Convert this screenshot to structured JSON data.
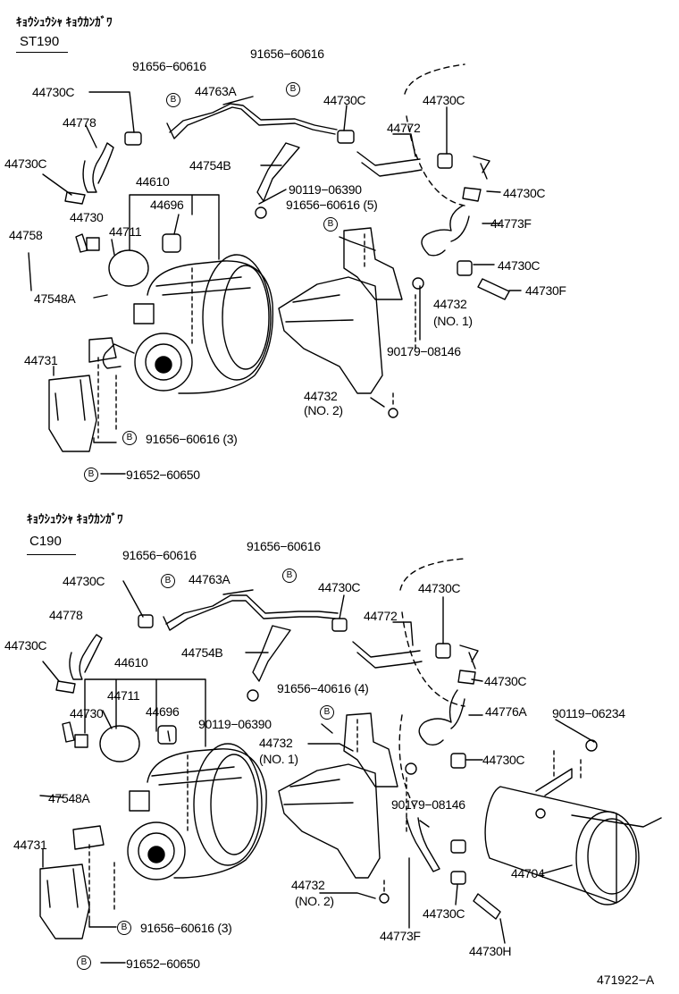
{
  "sections": [
    {
      "title": "ｷｮｳｼｭｳｼｬ ｷｮｳｶﾝｶﾞﾜ",
      "model": "ST190",
      "labels": {
        "b1_num": "91656−60616",
        "b2_num": "91656−60616",
        "p44730c_a": "44730C",
        "p44763a": "44763A",
        "p44730c_b": "44730C",
        "p44730c_c": "44730C",
        "p44778": "44778",
        "p44772": "44772",
        "p44730c_d": "44730C",
        "p44754b": "44754B",
        "p44610": "44610",
        "p90119": "90119−06390",
        "p91656_5": "91656−60616 (5)",
        "p44730c_e": "44730C",
        "p44730": "44730",
        "p44696": "44696",
        "p44773f": "44773F",
        "p44758": "44758",
        "p44711": "44711",
        "p44730c_f": "44730C",
        "p47548a": "47548A",
        "p44730f": "44730F",
        "p44732_1": "44732",
        "p44732_1b": "(NO. 1)",
        "p90179": "90179−08146",
        "p44731": "44731",
        "p44732_2": "44732",
        "p44732_2b": "(NO. 2)",
        "p91656_3": "91656−60616 (3)",
        "p91652": "91652−60650",
        "b_mark": "B"
      }
    },
    {
      "title": "ｷｮｳｼｭｳｼｬ ｷｮｳｶﾝｶﾞﾜ",
      "model": "C190",
      "labels": {
        "b1_num": "91656−60616",
        "b2_num": "91656−60616",
        "p44730c_a": "44730C",
        "p44763a": "44763A",
        "p44730c_b": "44730C",
        "p44730c_c": "44730C",
        "p44778": "44778",
        "p44772": "44772",
        "p44730c_e": "44730C",
        "p44754b": "44754B",
        "p44610": "44610",
        "p44711": "44711",
        "p44730c_d": "44730C",
        "p44730": "44730",
        "p44696": "44696",
        "p91656_4": "91656−40616 (4)",
        "p44776a": "44776A",
        "p90119_a": "90119−06234",
        "p90119_b": "90119−06390",
        "p44732_1": "44732",
        "p44732_1b": "(NO. 1)",
        "p44730c_f": "44730C",
        "p47548a": "47548A",
        "p90179": "90179−08146",
        "p44731": "44731",
        "p44732_2": "44732",
        "p44732_2b": "(NO. 2)",
        "p44704": "44704",
        "p91656_3": "91656−60616 (3)",
        "p44773f": "44773F",
        "p44730c_g": "44730C",
        "p91652": "91652−60650",
        "p44730h": "44730H",
        "b_mark": "B"
      }
    }
  ],
  "figure_ref": "471922−A"
}
